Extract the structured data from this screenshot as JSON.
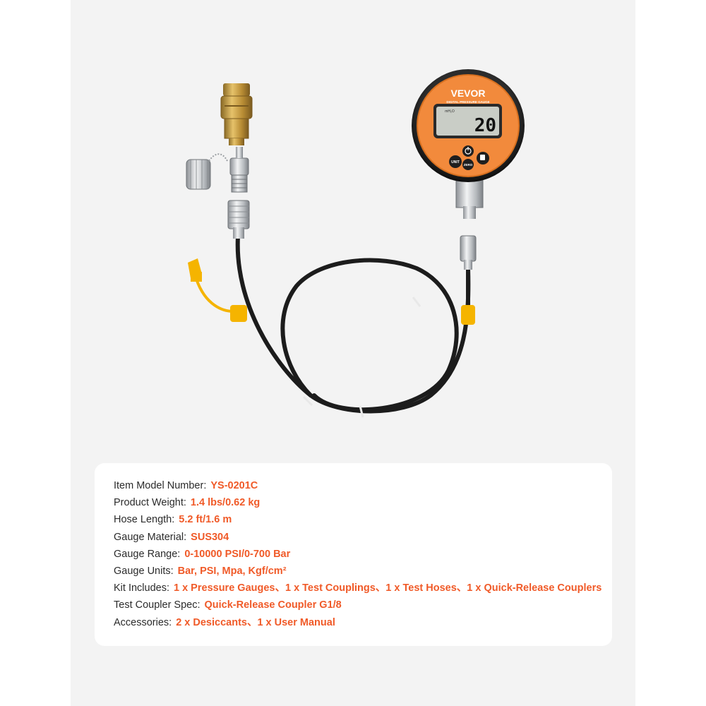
{
  "gauge": {
    "brand": "VEVOR",
    "subtitle": "DIGITAL PRESSURE GAUGE",
    "reading": "20",
    "unit_small": "mH₂O",
    "buttons": {
      "unit": "UNIT",
      "zero": "ZERO"
    }
  },
  "specs": [
    {
      "label": "Item Model Number:",
      "value": "YS-0201C"
    },
    {
      "label": "Product Weight:",
      "value": "1.4 lbs/0.62 kg"
    },
    {
      "label": "Hose Length:",
      "value": "5.2 ft/1.6 m"
    },
    {
      "label": "Gauge Material:",
      "value": "SUS304"
    },
    {
      "label": "Gauge Range:",
      "value": "0-10000 PSI/0-700 Bar"
    },
    {
      "label": "Gauge Units:",
      "value": "Bar, PSI, Mpa, Kgf/cm²"
    },
    {
      "label": "Kit Includes:",
      "value": "1 x Pressure Gauges、1 x Test Couplings、1 x Test Hoses、1 x Quick-Release Couplers"
    },
    {
      "label": "Test Coupler Spec:",
      "value": "Quick-Release Coupler G1/8"
    },
    {
      "label": "Accessories:",
      "value": "2 x Desiccants、1 x User Manual"
    }
  ],
  "colors": {
    "accent": "#f05a28",
    "gauge_orange": "#f28a3c",
    "cap_yellow": "#f5b400",
    "brass": "#c9a14a",
    "hose": "#1c1c1c"
  }
}
